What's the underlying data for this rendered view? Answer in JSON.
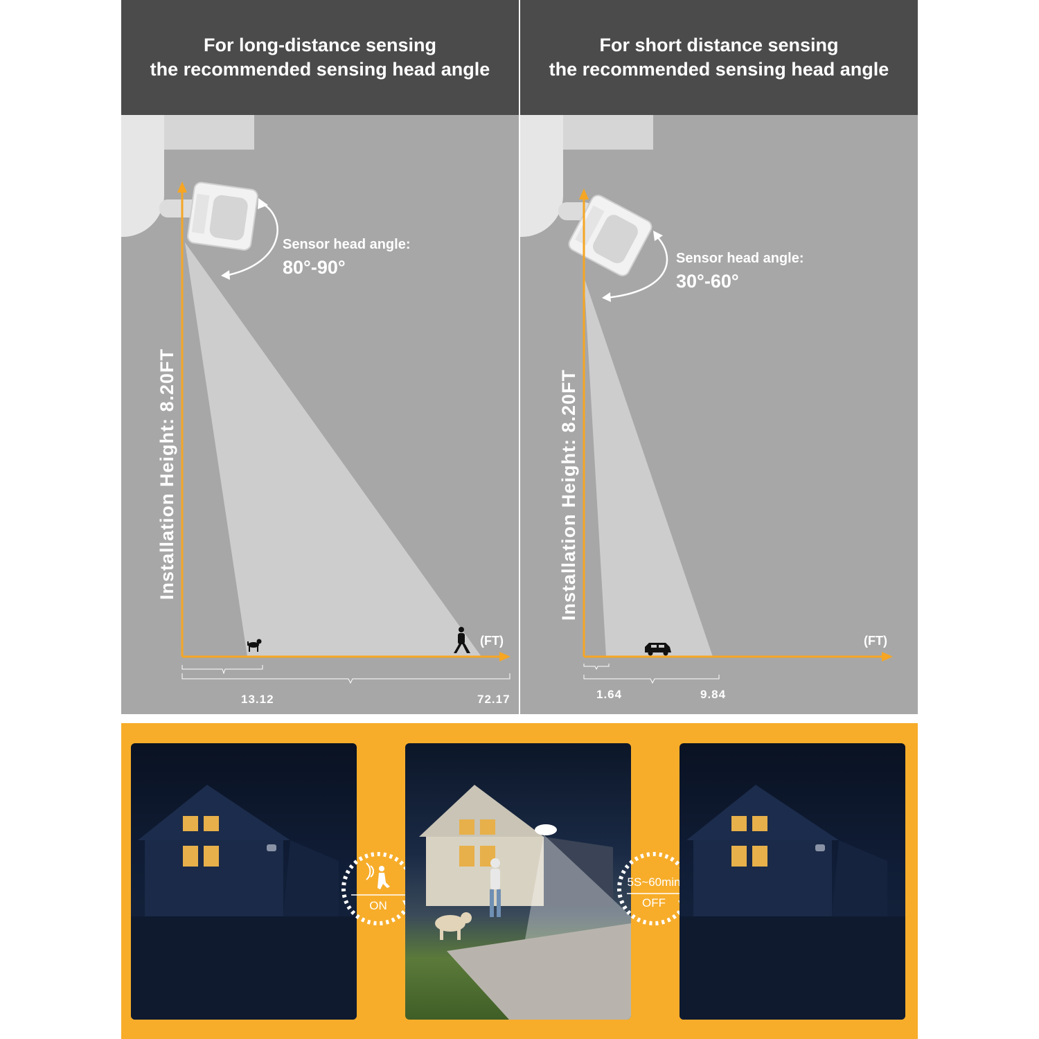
{
  "left_panel": {
    "title_line1": "For long-distance sensing",
    "title_line2": "the recommended sensing head angle",
    "angle_caption": "Sensor head angle:",
    "angle_value": "80°-90°",
    "height_label": "Installation Height: 8.20FT",
    "unit": "(FT)",
    "ticks": [
      "13.12",
      "72.17"
    ],
    "icons": [
      "dog-icon",
      "walking-person-icon"
    ]
  },
  "right_panel": {
    "title_line1": "For short distance sensing",
    "title_line2": "the recommended sensing head angle",
    "angle_caption": "Sensor head angle:",
    "angle_value": "30°-60°",
    "height_label": "Installation Height: 8.20FT",
    "unit": "(FT)",
    "ticks": [
      "1.64",
      "9.84"
    ],
    "icons": [
      "car-icon"
    ]
  },
  "banner": {
    "on_label": "ON",
    "off_label": "OFF",
    "timer_label": "5S~60min",
    "icons": [
      "motion-sensor-icon",
      "arrow-down-icon"
    ]
  },
  "colors": {
    "panel_bg": "#a7a7a7",
    "header_bg": "#4b4b4b",
    "axis": "#f6a623",
    "beam": "#cdcdcd",
    "banner_bg": "#f7ad2a"
  }
}
